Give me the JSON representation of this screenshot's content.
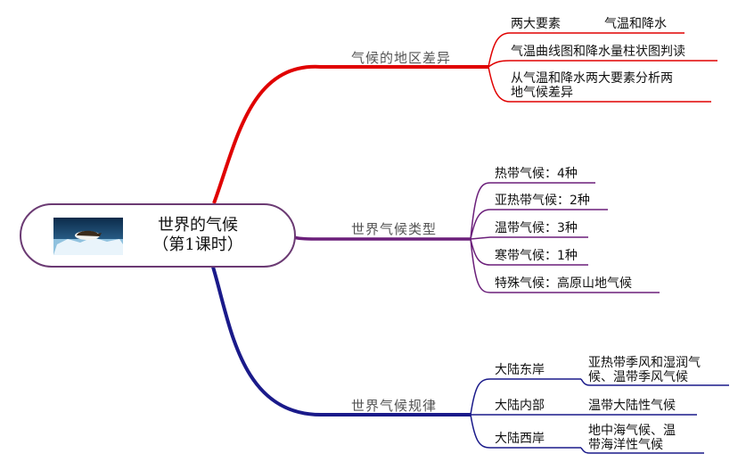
{
  "central": {
    "title": "世界的气候",
    "subtitle": "（第1课时）"
  },
  "branches": [
    {
      "label": "气候的地区差异",
      "color": "#e00000",
      "items": [
        {
          "label": "两大要素",
          "detail": "气温和降水"
        },
        {
          "label": "气温曲线图和降水量柱状图判读"
        },
        {
          "label": "从气温和降水两大要素分析两\n地气候差异"
        }
      ]
    },
    {
      "label": "世界气候类型",
      "color": "#6b1f7a",
      "items": [
        {
          "label": "热带气候：4种"
        },
        {
          "label": "亚热带气候：2种"
        },
        {
          "label": "温带气候：3种"
        },
        {
          "label": "寒带气候：1种"
        },
        {
          "label": "特殊气候：高原山地气候"
        }
      ]
    },
    {
      "label": "世界气候规律",
      "color": "#1a1a8a",
      "items": [
        {
          "label": "大陆东岸",
          "detail": "亚热带季风和湿润气\n候、温带季风气候"
        },
        {
          "label": "大陆内部",
          "detail": "温带大陆性气候"
        },
        {
          "label": "大陆西岸",
          "detail": "地中海气候、温\n带海洋性气候"
        }
      ]
    }
  ]
}
